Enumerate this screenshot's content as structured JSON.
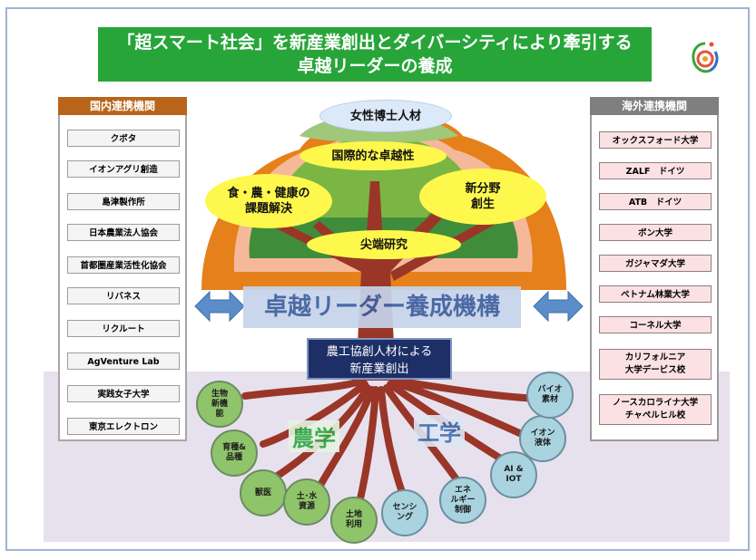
{
  "title": {
    "line1": "「超スマート社会」を新産業創出とダイバーシティにより牽引する",
    "line2": "卓越リーダーの養成"
  },
  "logo_icon": "circle-logo-icon",
  "domestic": {
    "heading": "国内連携機関",
    "items": [
      "クボタ",
      "イオンアグリ創造",
      "島津製作所",
      "日本農業法人協会",
      "首都圏産業活性化協会",
      "リバネス",
      "リクルート",
      "AgVenture Lab",
      "実践女子大学",
      "東京エレクトロン"
    ]
  },
  "overseas": {
    "heading": "海外連携機関",
    "items": [
      "オックスフォード大学",
      "ZALF　ドイツ",
      "ATB　ドイツ",
      "ボン大学",
      "ガジャマダ大学",
      "ベトナム林業大学",
      "コーネル大学",
      "カリフォルニア\n大学デービス校",
      "ノースカロライナ大学\nチャペルヒル校"
    ]
  },
  "canopy": {
    "women": "女性博士人材",
    "international": "国際的な卓越性",
    "food": "食・農・健康の\n課題解決",
    "newfield": "新分野\n創生",
    "cutting": "尖端研究"
  },
  "organization": "卓越リーダー養成機構",
  "joint_box": "農工協創人材による\n新産業創出",
  "fields": {
    "agriculture": "農学",
    "engineering": "工学"
  },
  "roots_agri": [
    "生物\n新機\n能",
    "育種&\n品種",
    "獣医",
    "土･水\n資源",
    "土地\n利用"
  ],
  "roots_eng": [
    "センシ\nング",
    "エネ\nルギー\n制御",
    "AI &\nIOT",
    "イオン\n液体",
    "バイオ\n素材"
  ],
  "colors": {
    "banner": "#27a539",
    "domestic_head": "#b8651b",
    "overseas_head": "#7f7f7f",
    "trunk": "#9a3628",
    "canopy": "#e5801b"
  }
}
